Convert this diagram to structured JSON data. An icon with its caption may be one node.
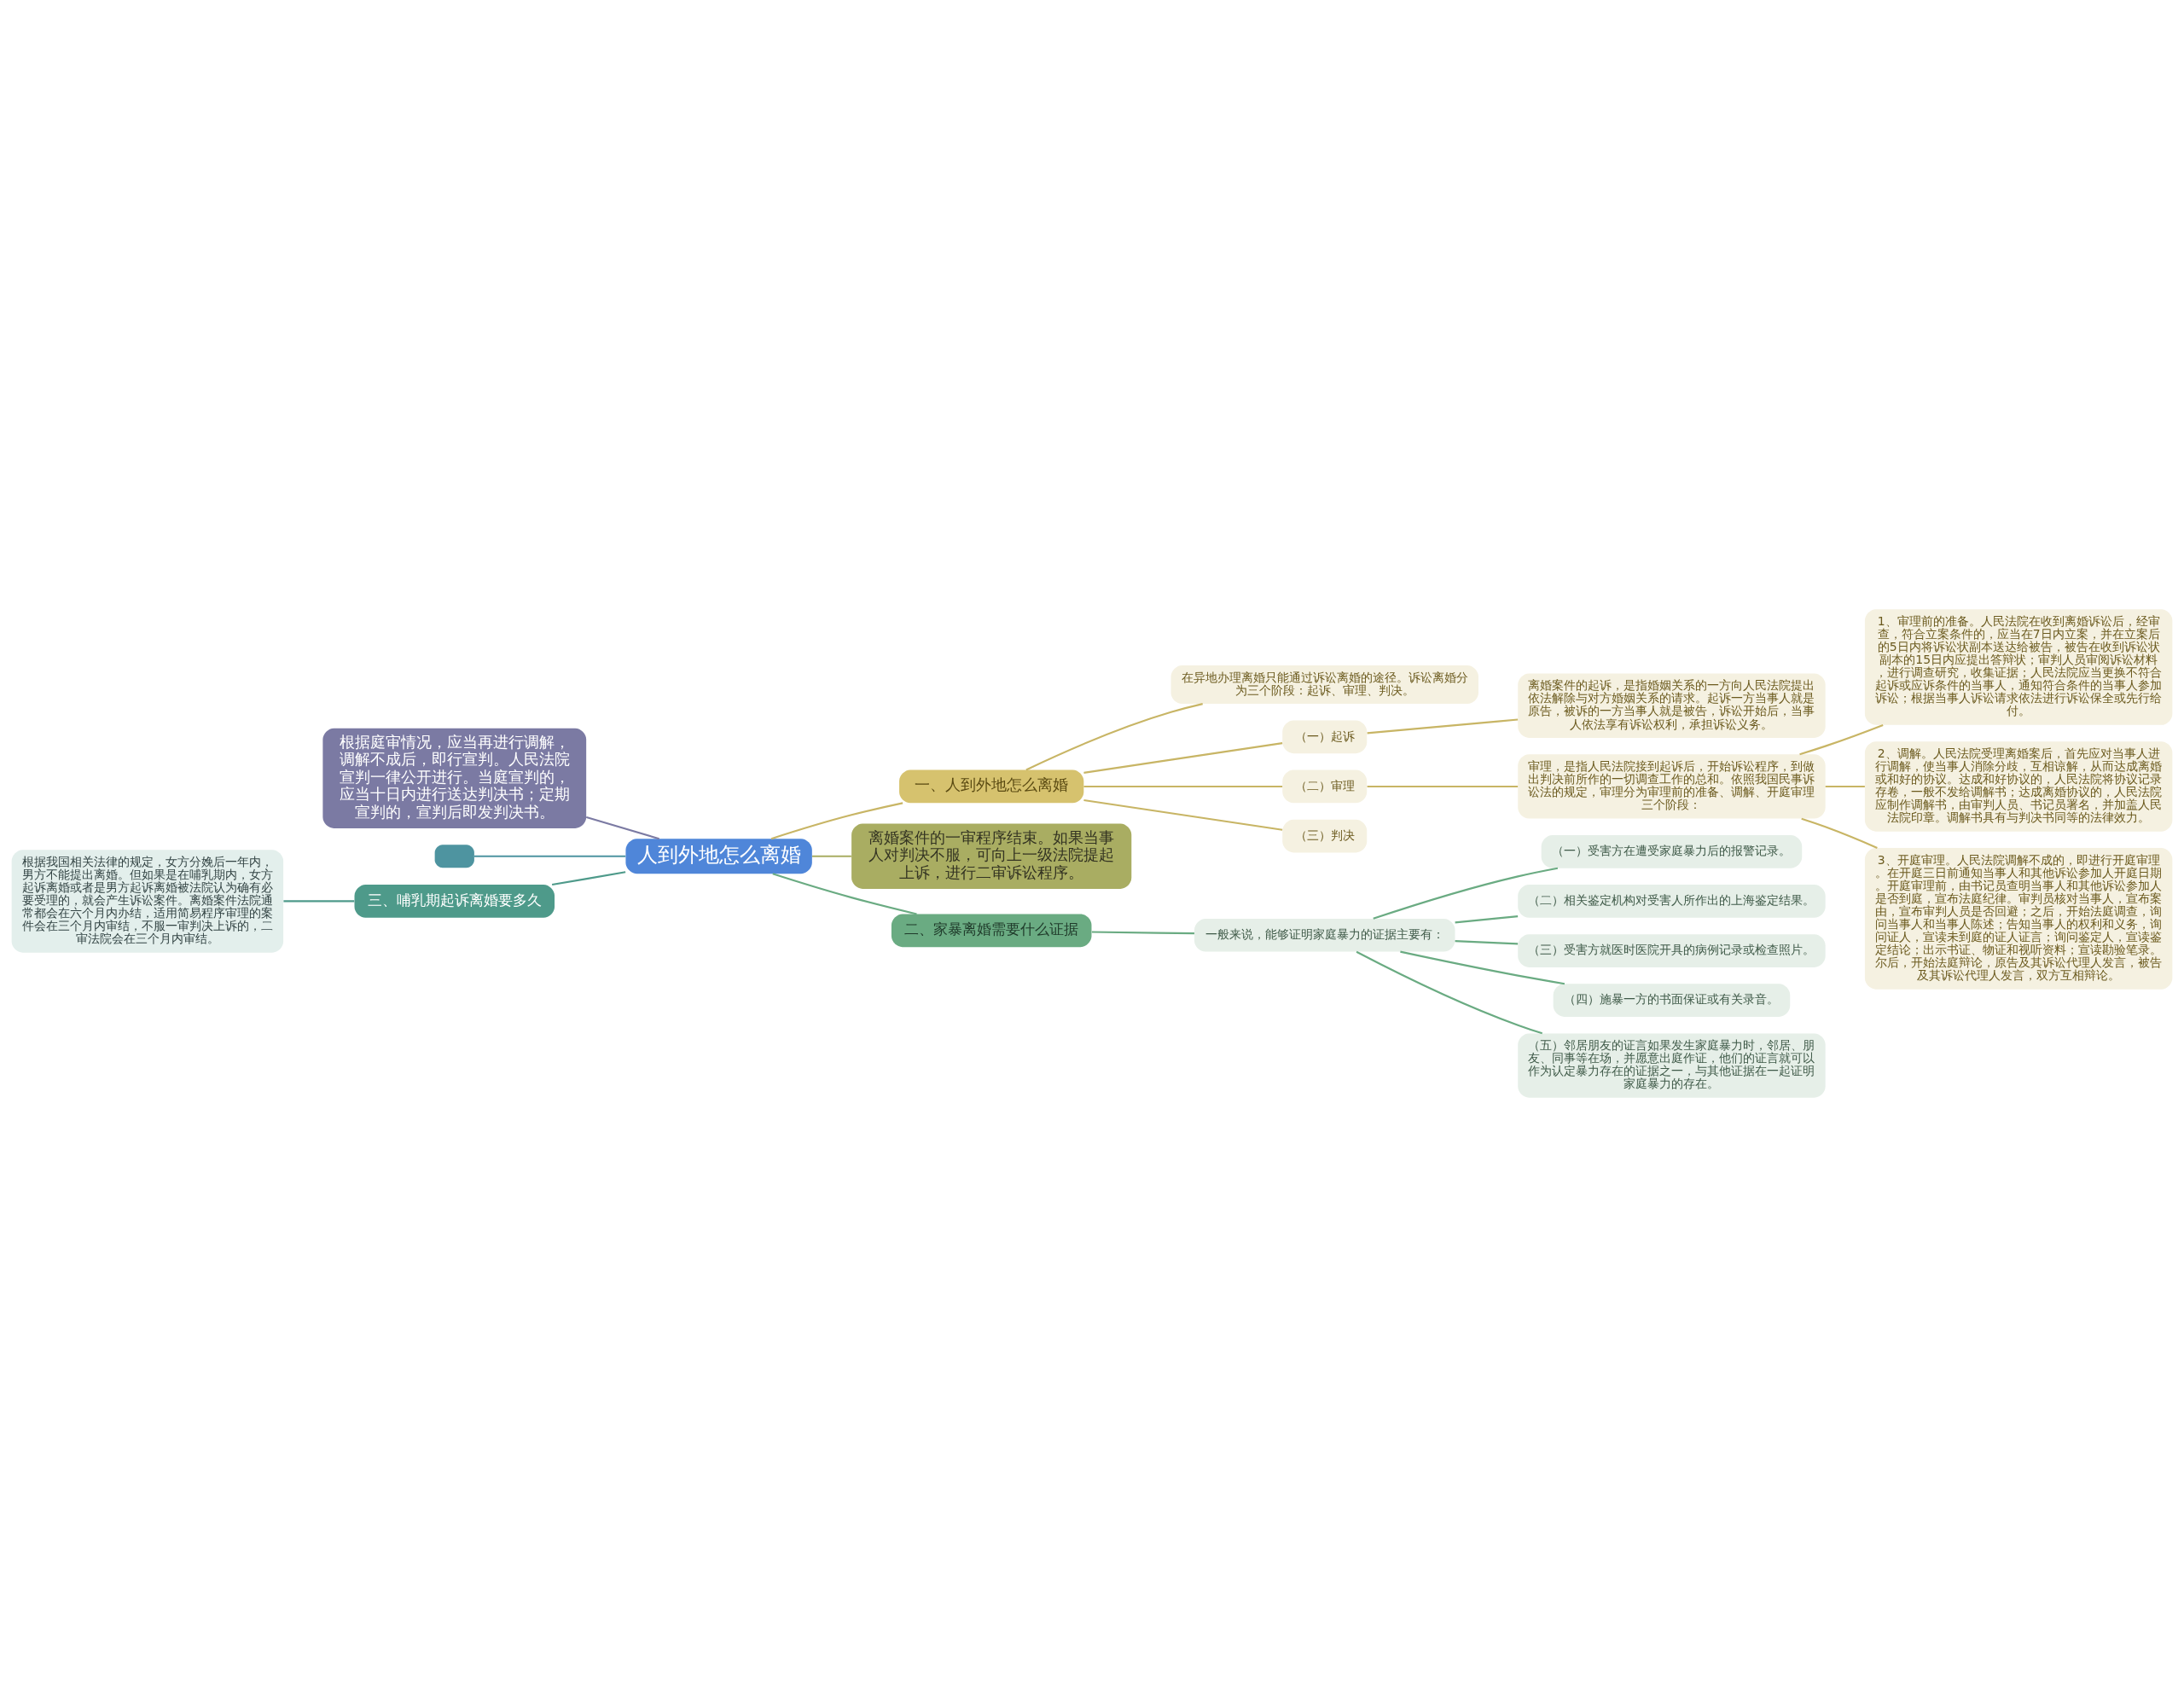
{
  "diagram": {
    "nodes": [
      {
        "text": [
          "人到外地怎么离婚"
        ]
      },
      {
        "text": [
          "一、人到外地怎么离婚"
        ]
      },
      {
        "text": [
          "在异地办理离婚只能通过诉讼离婚的途径。诉讼离婚分为三个阶段：起诉、审理、判决。"
        ]
      },
      {
        "text": [
          "（一）起诉"
        ]
      },
      {
        "text": [
          "离婚案件的起诉，是指婚姻关系的一方向人民法院提出依法解除与对方婚姻关系的请求。起诉一方当事人就是原告，被诉的一方当事人就是被告，诉讼开始后，当事人依法享有诉讼权利，承担诉讼义务。"
        ]
      },
      {
        "text": [
          "（二）审理"
        ]
      },
      {
        "text": [
          "审理，是指人民法院接到起诉后，开始诉讼程序，到做出判决前所作的一切调查工作的总和。依照我国民事诉讼法的规定，审理分为审理前的准备、调解、开庭审理三个阶段："
        ]
      },
      {
        "text": [
          "1、审理前的准备。人民法院在收到离婚诉讼后，经审查，符合立案条件的，应当在7日内立案，并在立案后的5日内将诉讼状副本送达给被告，被告在收到诉讼状副本的15日内应提出答辩状；审判人员审阅诉讼材料，进行调查研究，收集证据；人民法院应当更换不符合起诉或应诉条件的当事人，通知符合条件的当事人参加诉讼；根据当事人诉讼请求依法进行诉讼保全或先行给付。"
        ]
      },
      {
        "text": [
          "2、调解。人民法院受理离婚案后，首先应对当事人进行调解，使当事人消除分歧，互相谅解，从而达成离婚或和好的协议。达成和好协议的，人民法院将协议记录存卷，一般不发给调解书；达成离婚协议的，人民法院应制作调解书，由审判人员、书记员署名，并加盖人民法院印章。调解书具有与判决书同等的法律效力。"
        ]
      },
      {
        "text": [
          "3、开庭审理。人民法院调解不成的，即进行开庭审理。在开庭三日前通知当事人和其他诉讼参加人开庭日期。开庭审理前，由书记员查明当事人和其他诉讼参加人是否到庭，宣布法庭纪律。审判员核对当事人，宣布案由，宣布审判人员是否回避；之后，开始法庭调查，询问当事人和当事人陈述；告知当事人的权利和义务，询问证人，宣读未到庭的证人证言；询问鉴定人，宣读鉴定结论；出示书证、物证和视听资料；宣读勘验笔录。尔后，开始法庭辩论，原告及其诉讼代理人发言，被告及其诉讼代理人发言，双方互相辩论。"
        ]
      },
      {
        "text": [
          "（三）判决"
        ]
      },
      {
        "text": [
          "根据庭审情况，应当再进行调解，调解不成后，即行宣判。人民法院宣判一律公开进行。当庭宣判的，应当十日内进行送达判决书；定期宣判的，宣判后即发判决书。"
        ]
      },
      {
        "text": [
          "离婚案件的一审程序结束。如果当事人对判决不服，可向上一级法院提起上诉，进行二审诉讼程序。"
        ]
      },
      {
        "text": [],
        "shape": "box"
      },
      {
        "text": [
          "三、哺乳期起诉离婚要多久"
        ]
      },
      {
        "text": [
          "根据我国相关法律的规定，女方分娩后一年内，男方不能提出离婚。但如果是在哺乳期内，女方起诉离婚或者是男方起诉离婚被法院认为确有必要受理的，就会产生诉讼案件。离婚案件法院通常都会在六个月内办结，适用简易程序审理的案件会在三个月内审结，不服一审判决上诉的，二审法院会在三个月内审结。"
        ]
      },
      {
        "text": [
          "二、家暴离婚需要什么证据"
        ]
      },
      {
        "text": [
          "一般来说，能够证明家庭暴力的证据主要有："
        ]
      },
      {
        "text": [
          "（一）受害方在遭受家庭暴力后的报警记录。"
        ]
      },
      {
        "text": [
          "（二）相关鉴定机构对受害人所作出的上海鉴定结果。"
        ]
      },
      {
        "text": [
          "（三）受害方就医时医院开具的病例记录或检查照片。"
        ]
      },
      {
        "text": [
          "（四）施暴一方的书面保证或有关录音。"
        ]
      },
      {
        "text": [
          "（五）邻居朋友的证言如果发生家庭暴力时，邻居、朋友、同事等在场，并愿意出庭作证，他们的证言就可以作为认定暴力存在的证据之一，与其他证据在一起证明家庭暴力的存在。"
        ]
      }
    ],
    "edges": [
      {
        "from": 0,
        "to": 1,
        "arrow": "none"
      },
      {
        "from": 1,
        "to": 2,
        "arrow": "none"
      },
      {
        "from": 1,
        "to": 3,
        "arrow": "none"
      },
      {
        "from": 3,
        "to": 4,
        "arrow": "none"
      },
      {
        "from": 1,
        "to": 5,
        "arrow": "none"
      },
      {
        "from": 5,
        "to": 6,
        "arrow": "none"
      },
      {
        "from": 6,
        "to": 7,
        "arrow": "none"
      },
      {
        "from": 6,
        "to": 8,
        "arrow": "none"
      },
      {
        "from": 6,
        "to": 9,
        "arrow": "none"
      },
      {
        "from": 1,
        "to": 10,
        "arrow": "none"
      },
      {
        "from": 0,
        "to": 11,
        "arrow": "none",
        "color": "#7b7aa3"
      },
      {
        "from": 0,
        "to": 12,
        "arrow": "none",
        "color": "#a9ad62"
      },
      {
        "from": 0,
        "to": 13,
        "arrow": "none",
        "color": "#4e94a0"
      },
      {
        "from": 0,
        "to": 14,
        "arrow": "none",
        "color": "#4e9a8a"
      },
      {
        "from": 14,
        "to": 15,
        "arrow": "none",
        "color": "#4e9a8a"
      },
      {
        "from": 0,
        "to": 16,
        "arrow": "none",
        "color": "#6aab82"
      },
      {
        "from": 16,
        "to": 17,
        "arrow": "none",
        "color": "#6aab82"
      },
      {
        "from": 17,
        "to": 18,
        "arrow": "none",
        "color": "#6aab82"
      },
      {
        "from": 17,
        "to": 19,
        "arrow": "none",
        "color": "#6aab82"
      },
      {
        "from": 17,
        "to": 20,
        "arrow": "none",
        "color": "#6aab82"
      },
      {
        "from": 17,
        "to": 21,
        "arrow": "none",
        "color": "#6aab82"
      },
      {
        "from": 17,
        "to": 22,
        "arrow": "none",
        "color": "#6aab82"
      }
    ]
  }
}
